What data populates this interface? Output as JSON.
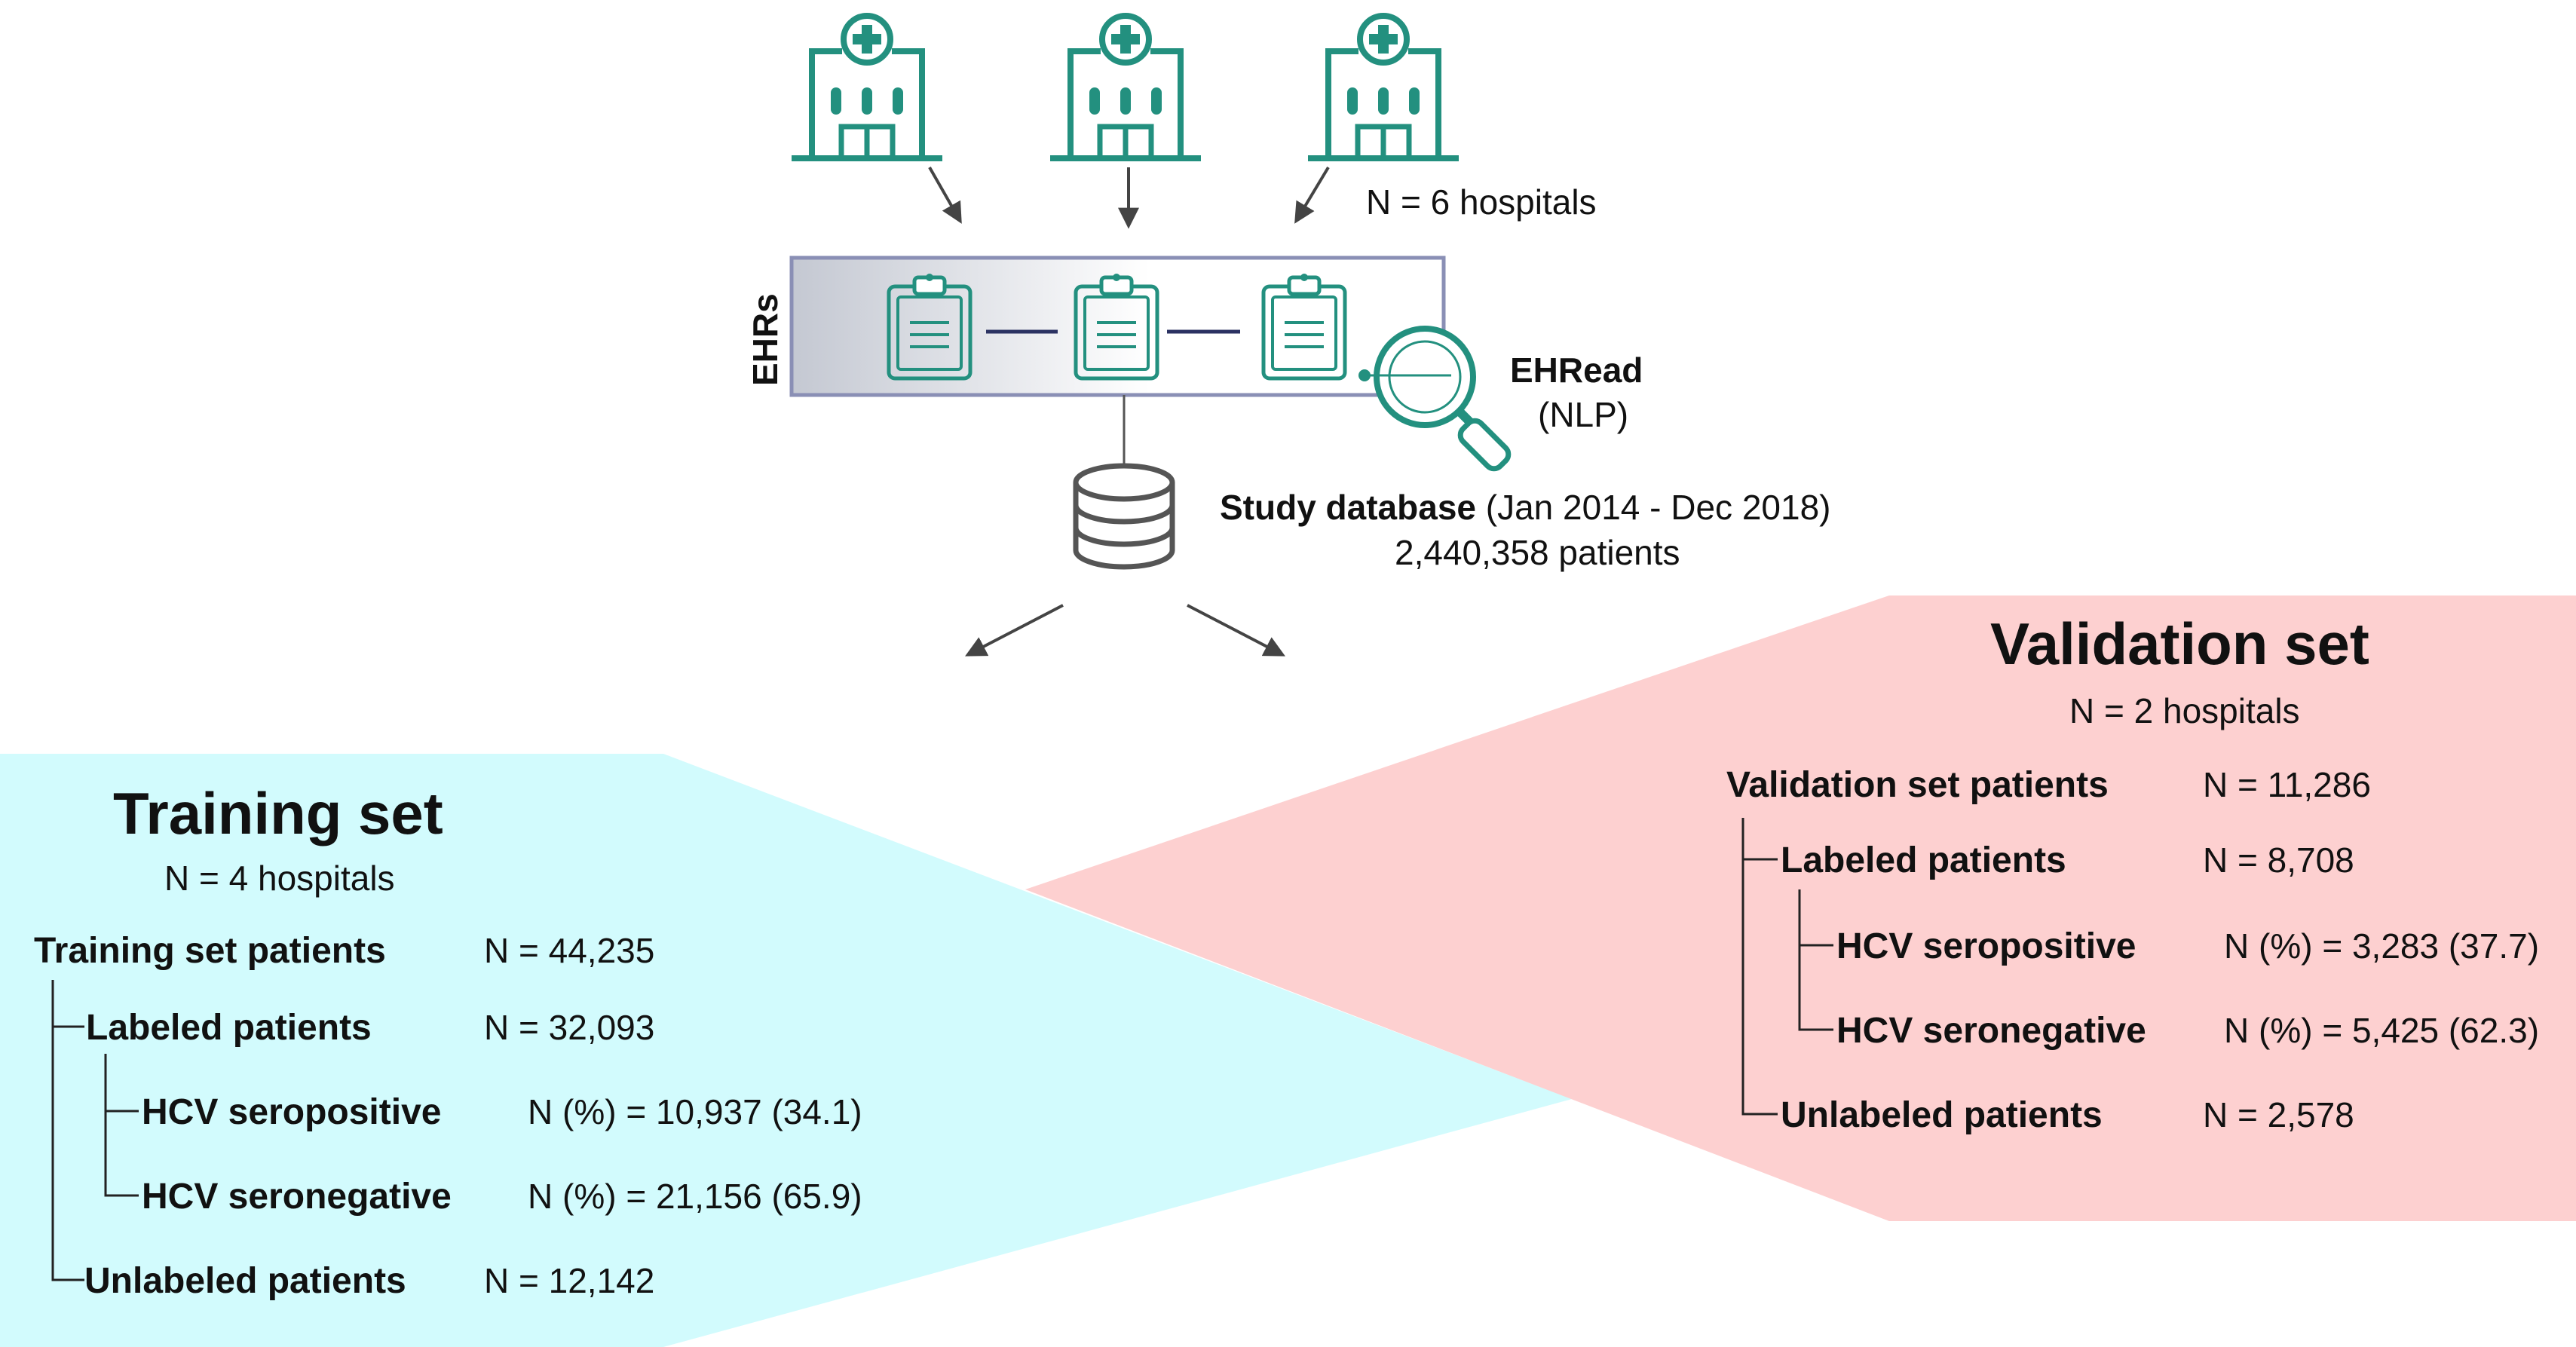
{
  "hospitals": {
    "count_label": "N = 6 hospitals",
    "icons": [
      "hospital-icon",
      "hospital-icon",
      "hospital-icon"
    ]
  },
  "ehr": {
    "label": "EHRs",
    "tool_name": "EHRead",
    "tool_type": "(NLP)",
    "icons": [
      "clipboard-icon",
      "clipboard-icon",
      "clipboard-icon",
      "magnifier-icon"
    ]
  },
  "database": {
    "title": "Study database",
    "period": "(Jan 2014 - Dec 2018)",
    "patients": "2,440,358 patients",
    "icon": "database-icon"
  },
  "training": {
    "title": "Training set",
    "hospitals": "N = 4 hospitals",
    "rows": [
      {
        "label": "Training set patients",
        "value": "N = 44,235"
      },
      {
        "label": "Labeled patients",
        "value": "N = 32,093"
      },
      {
        "label": "HCV seropositive",
        "value": "N (%) = 10,937 (34.1)"
      },
      {
        "label": "HCV seronegative",
        "value": "N (%) = 21,156 (65.9)"
      },
      {
        "label": "Unlabeled patients",
        "value": "N = 12,142"
      }
    ]
  },
  "validation": {
    "title": "Validation set",
    "hospitals": "N = 2 hospitals",
    "rows": [
      {
        "label": "Validation set patients",
        "value": "N = 11,286"
      },
      {
        "label": "Labeled patients",
        "value": "N = 8,708"
      },
      {
        "label": "HCV seropositive",
        "value": "N (%) = 3,283 (37.7)"
      },
      {
        "label": "HCV seronegative",
        "value": "N (%) = 5,425 (62.3)"
      },
      {
        "label": "Unlabeled patients",
        "value": "N = 2,578"
      }
    ]
  },
  "colors": {
    "teal": "#23907f",
    "training_bg": "#d2fbfd",
    "validation_bg": "#fdd0d0",
    "ehr_border": "#8a8fb5",
    "connector": "#2b3262"
  }
}
